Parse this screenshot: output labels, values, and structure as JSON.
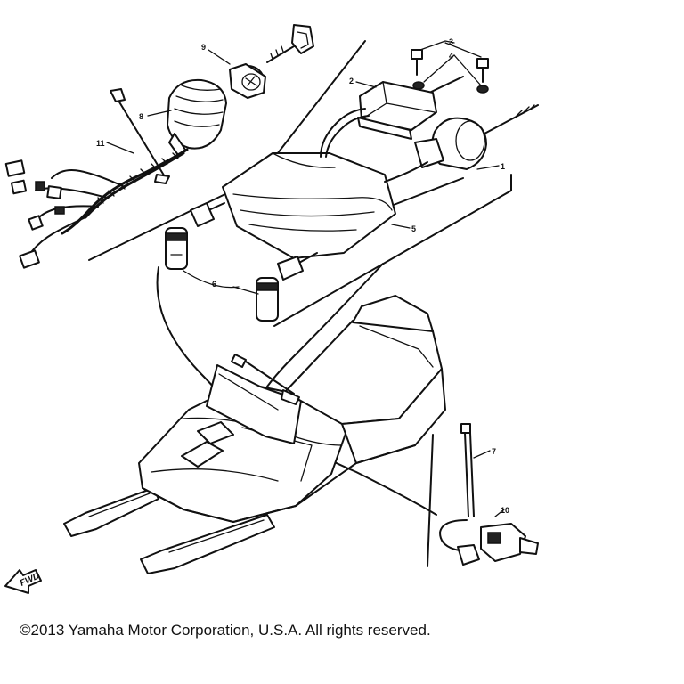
{
  "diagram": {
    "callouts": [
      {
        "id": "c1",
        "label": "1"
      },
      {
        "id": "c2",
        "label": "2"
      },
      {
        "id": "c3",
        "label": "3"
      },
      {
        "id": "c4",
        "label": "4"
      },
      {
        "id": "c5",
        "label": "5"
      },
      {
        "id": "c6",
        "label": "6"
      },
      {
        "id": "c7",
        "label": "7"
      },
      {
        "id": "c8",
        "label": "8"
      },
      {
        "id": "c9",
        "label": "9"
      },
      {
        "id": "c10",
        "label": "10"
      },
      {
        "id": "c11",
        "label": "11"
      }
    ],
    "fwd_label": "FWD"
  },
  "footer": {
    "copyright": "©2013 Yamaha Motor Corporation, U.S.A. All rights reserved."
  }
}
